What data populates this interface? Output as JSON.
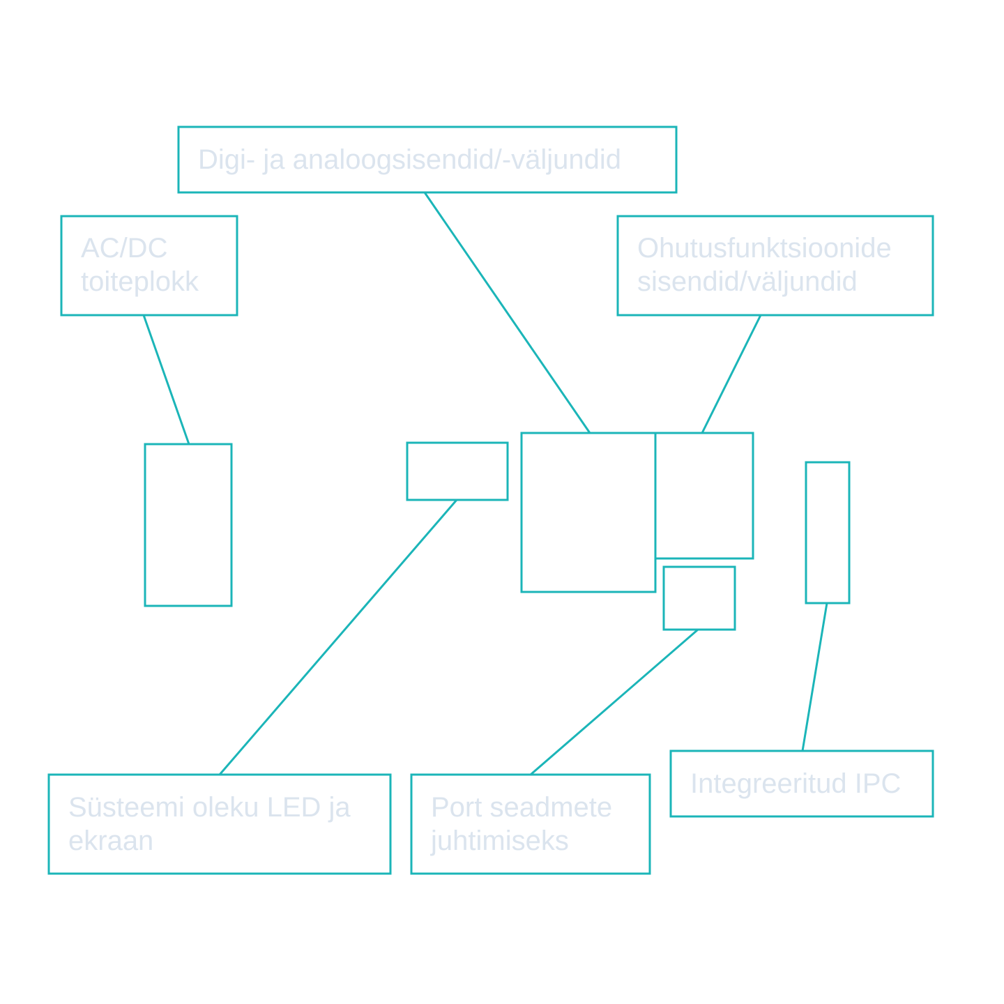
{
  "colors": {
    "stroke": "#1bb5b8",
    "label_text": "#dbe4ee",
    "background": "#ffffff"
  },
  "labels": {
    "digital_analog_io": [
      "Digi- ja analoogsisendid/-väljundid"
    ],
    "acdc_power": [
      "AC/DC",
      "toiteplokk"
    ],
    "safety_io": [
      "Ohutusfunktsioonide",
      "sisendid/väljundid"
    ],
    "status_led": [
      "Süsteemi oleku LED ja",
      "ekraan"
    ],
    "device_port": [
      "Port seadmete",
      "juhtimiseks"
    ],
    "ipc": [
      "Integreeritud IPC"
    ]
  }
}
